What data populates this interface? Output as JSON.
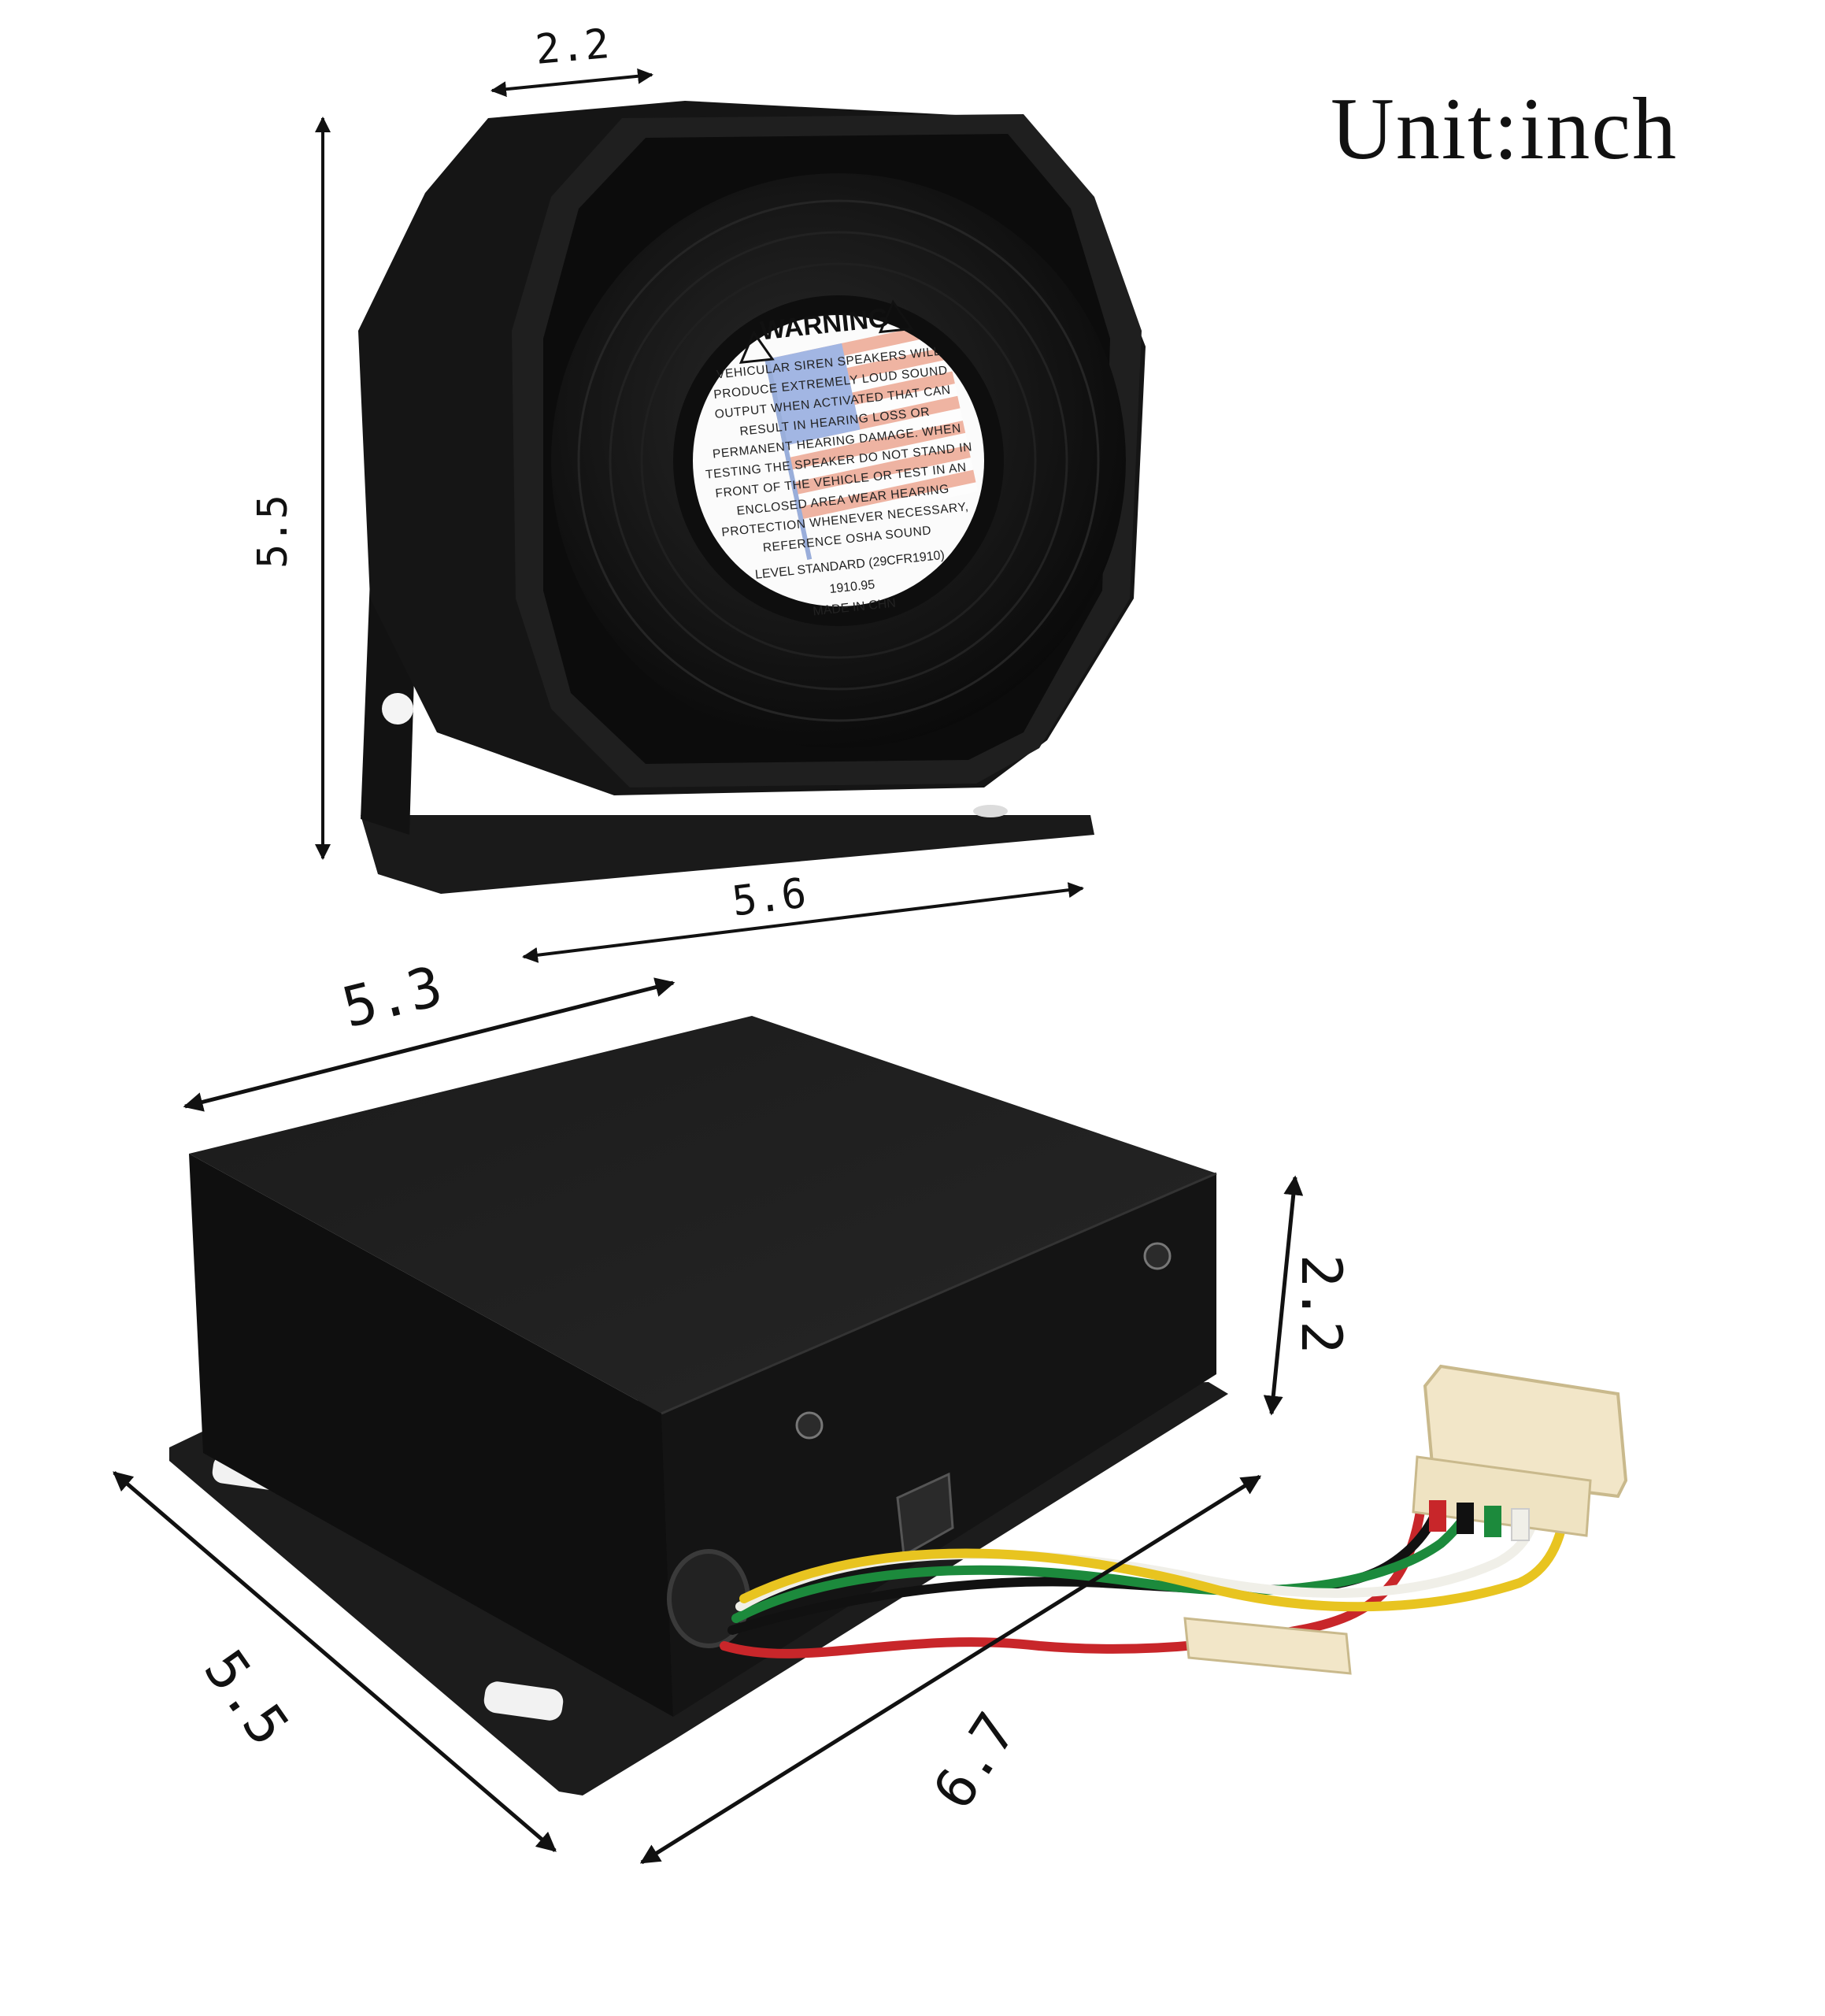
{
  "unit_label": "Unit:inch",
  "speaker": {
    "dimensions": {
      "depth": "2.2",
      "height": "5.5",
      "width": "5.6"
    },
    "warning_label": {
      "title": "WARNING",
      "body": "VEHICULAR SIREN SPEAKERS WILL PRODUCE EXTREMELY LOUD SOUND OUTPUT WHEN ACTIVATED THAT CAN RESULT IN HEARING LOSS OR PERMANENT HEARING DAMAGE. WHEN TESTING THE SPEAKER DO NOT STAND IN FRONT OF THE VEHICLE OR TEST IN AN ENCLOSED AREA WEAR HEARING PROTECTION WHENEVER NECESSARY, REFERENCE OSHA SOUND",
      "standard": "LEVEL STANDARD (29CFR1910)",
      "code": "1910.95",
      "made_in": "MADE IN CHN"
    }
  },
  "amplifier_box": {
    "dimensions": {
      "width": "5.3",
      "height": "2.2",
      "depth": "5.5",
      "length": "6.7"
    }
  },
  "colors": {
    "device_body": "#151515",
    "wire_red": "#c8262a",
    "wire_green": "#1c8a3c",
    "wire_yellow": "#e8c420",
    "wire_white": "#f0efe8",
    "wire_black": "#111111",
    "connector": "#f2e6c8"
  }
}
